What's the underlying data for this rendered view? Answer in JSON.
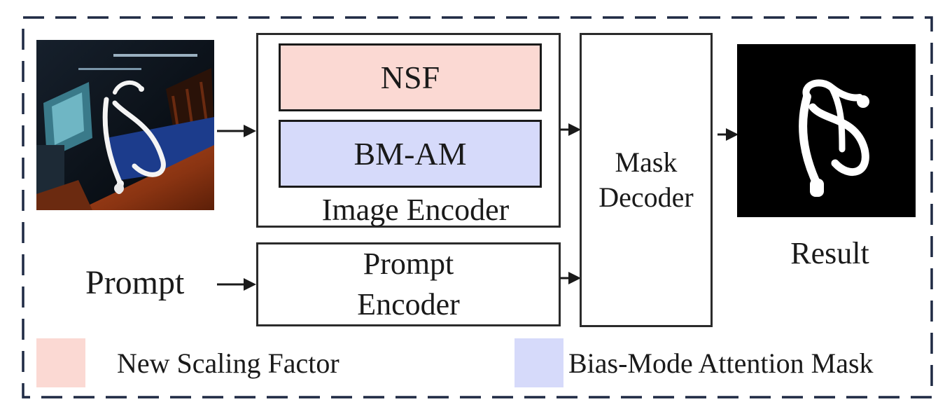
{
  "colors": {
    "border_dashed": "#1f2a44",
    "nsf_fill": "#fbd9d3",
    "bmam_fill": "#d6dafa",
    "arrow": "#1a1a1a",
    "result_bg": "#000000"
  },
  "input_image": {
    "icon": "stethoscope-photo-icon"
  },
  "image_encoder": {
    "label": "Image Encoder",
    "modules": {
      "nsf": "NSF",
      "bmam": "BM-AM"
    }
  },
  "prompt": {
    "label": "Prompt"
  },
  "prompt_encoder": {
    "line1": "Prompt",
    "line2": "Encoder"
  },
  "mask_decoder": {
    "line1": "Mask",
    "line2": "Decoder"
  },
  "result": {
    "label": "Result",
    "icon": "stethoscope-mask-icon"
  },
  "legend": {
    "items": [
      {
        "label": "New Scaling Factor",
        "color": "#fbd9d3"
      },
      {
        "label": "Bias-Mode Attention Mask",
        "color": "#d6dafa"
      }
    ]
  }
}
